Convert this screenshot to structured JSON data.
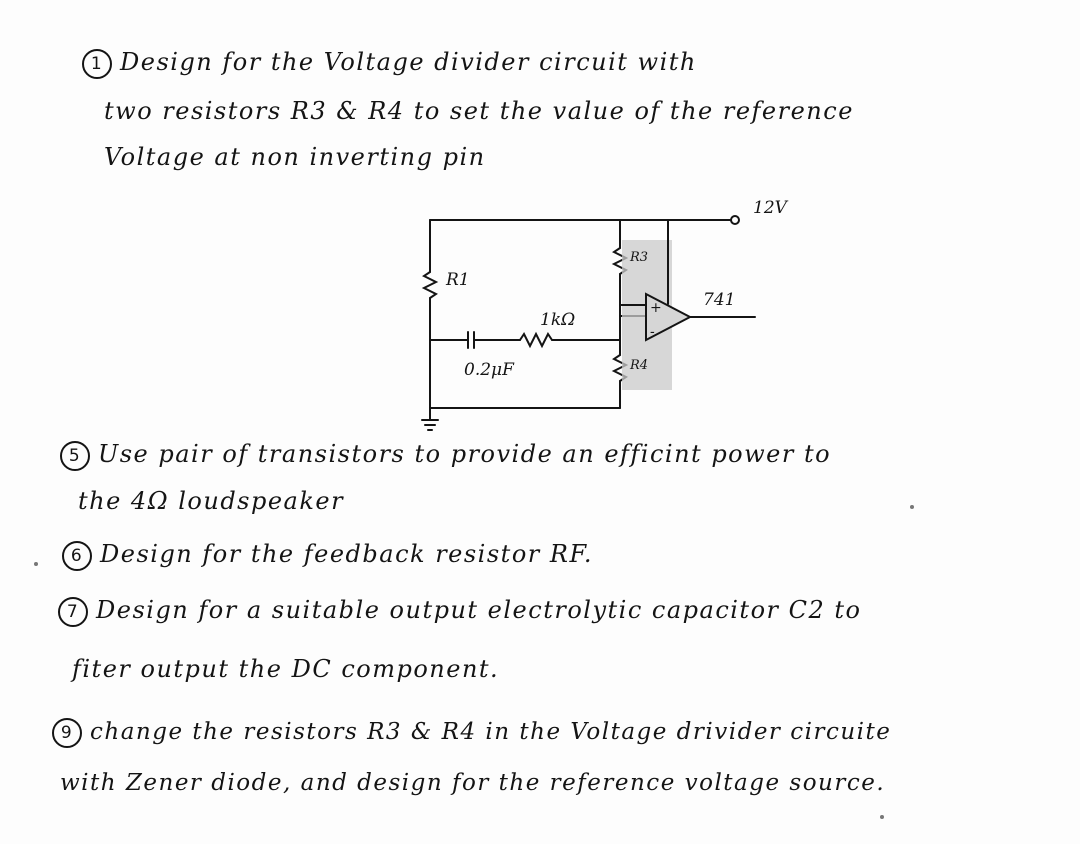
{
  "items": {
    "q1": {
      "number": "1",
      "lines": [
        "Design for the Voltage divider circuit with",
        "two resistors R3 & R4 to set the value of the reference",
        "Voltage at non inverting pin"
      ]
    },
    "q5": {
      "number": "5",
      "lines": [
        "Use pair of transistors to provide an efficint power to",
        "the 4Ω loudspeaker"
      ]
    },
    "q6": {
      "number": "6",
      "lines": [
        "Design for the feedback resistor RF."
      ]
    },
    "q7": {
      "number": "7",
      "lines": [
        "Design for a suitable output electrolytic capacitor C2 to",
        "fiter output the DC component."
      ]
    },
    "q9": {
      "number": "9",
      "lines": [
        "change the resistors R3 & R4 in the Voltage drivider circuite",
        "with Zener diode, and design for the reference voltage source."
      ]
    }
  },
  "circuit": {
    "supply": "12V",
    "r1": "R1",
    "r3": "R3",
    "r4": "R4",
    "resistor": "1kΩ",
    "capacitor": "0.2μF",
    "opamp": "741",
    "plus": "+",
    "minus": "-"
  }
}
